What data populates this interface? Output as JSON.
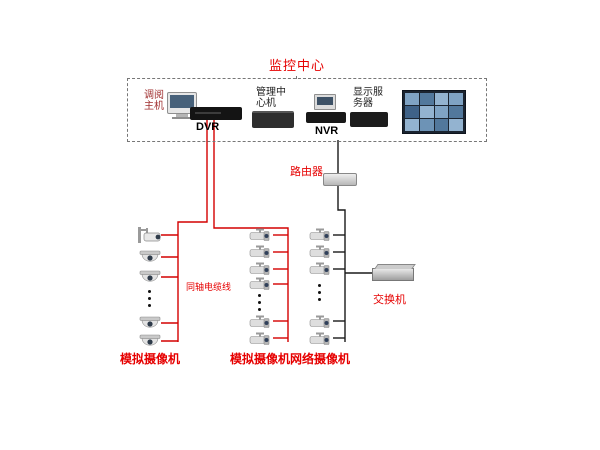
{
  "diagram": {
    "title": "监控中心",
    "monitoring_center": {
      "viewing_host_label": "调阅主机",
      "dvr_label": "DVR",
      "management_label": "管理中心机",
      "nvr_label": "NVR",
      "display_server_label": "显示服务器"
    },
    "network": {
      "router_label": "路由器",
      "switch_label": "交换机",
      "coax_cable_label": "同轴电缆线"
    },
    "camera_groups": {
      "analog_group1_label": "模拟摄像机",
      "analog_group2_label": "模拟摄像机",
      "network_group_label": "网络摄像机"
    },
    "colors": {
      "analog_wire": "#d40000",
      "network_wire": "#1a1a1a",
      "label_red": "#e60000",
      "box_border": "#777777"
    },
    "icons": {
      "crt-monitor-icon": "css-shape",
      "dvr-device-icon": "css-shape",
      "server-device-icon": "css-shape",
      "nvr-monitor-icon": "css-shape",
      "video-wall-icon": "css-grid",
      "router-device-icon": "css-shape",
      "switch-device-icon": "css-shape",
      "ptz-camera-icon": "svg",
      "dome-camera-icon": "svg",
      "bullet-camera-icon": "svg",
      "ellipsis-dots": "css-dots"
    }
  }
}
